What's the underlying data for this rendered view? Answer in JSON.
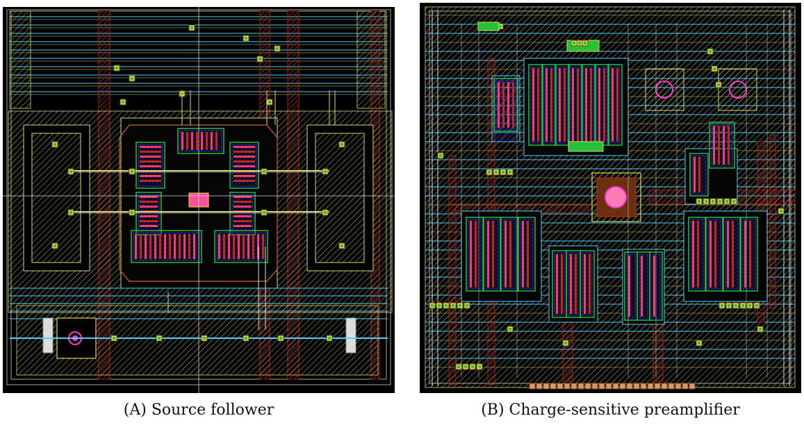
{
  "panels": [
    {
      "id": "a",
      "caption": "(A) Source follower",
      "layout_colors": {
        "background": "#000000",
        "metal1": "#4fd2ff",
        "metal2": "#d8d878",
        "poly": "#c02a1c",
        "diffusion": "#23c23a",
        "nwell": "#a7a7a7",
        "contact": "#e9d84a",
        "implant": "#2b2bb8",
        "via": "#ff4f9e"
      }
    },
    {
      "id": "b",
      "caption": "(B) Charge-sensitive preamplifier",
      "layout_colors": {
        "background": "#000000",
        "metal1": "#4fd2ff",
        "metal2": "#d8d878",
        "poly": "#c02a1c",
        "diffusion": "#23c23a",
        "nwell": "#a7a7a7",
        "contact": "#e9d84a",
        "implant": "#2b2bb8",
        "via": "#ff4f9e"
      }
    }
  ]
}
